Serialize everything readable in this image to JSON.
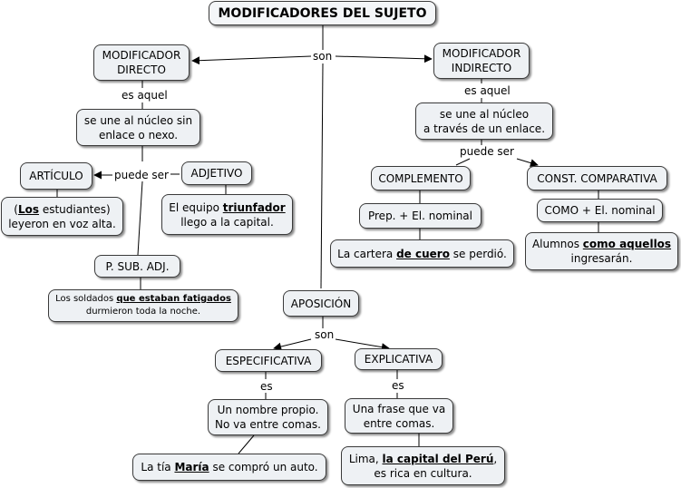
{
  "title": "MODIFICADORES DEL SUJETO",
  "link_labels": {
    "son_top": "son",
    "es_aquel_left": "es aquel",
    "es_aquel_right": "es aquel",
    "puede_ser_left": "puede ser",
    "puede_ser_right": "puede ser",
    "son_aposicion": "son",
    "es_especificativa": "es",
    "es_explicativa": "es"
  },
  "directo": {
    "label_line1": "MODIFICADOR",
    "label_line2": "DIRECTO",
    "definition_line1": "se une al núcleo sin",
    "definition_line2": "enlace o nexo.",
    "articulo": "ARTÍCULO",
    "articulo_example": {
      "pre": "(",
      "emph": "Los",
      "post": " estudiantes)",
      "line2": "leyeron en voz alta."
    },
    "adjetivo": "ADJETIVO",
    "adjetivo_example": {
      "pre": "El equipo ",
      "emph": "triunfador",
      "line2": "llego a la capital."
    },
    "psubadj": "P. SUB. ADJ.",
    "psubadj_example": {
      "pre": "Los soldados ",
      "emph": "que estaban fatigados",
      "line2": "durmieron toda la noche."
    }
  },
  "indirecto": {
    "label_line1": "MODIFICADOR",
    "label_line2": "INDIRECTO",
    "definition_line1": "se une al núcleo",
    "definition_line2": "a través de un enlace.",
    "complemento": "COMPLEMENTO",
    "complemento_formula": "Prep. + El. nominal",
    "complemento_example": {
      "pre": "La cartera ",
      "emph": "de cuero",
      "post": " se perdió."
    },
    "comparativa": "CONST. COMPARATIVA",
    "comparativa_formula": "COMO + El. nominal",
    "comparativa_example": {
      "pre": "Alumnos ",
      "emph": "como aquellos",
      "line2": "ingresarán."
    }
  },
  "aposicion": {
    "label": "APOSICIÓN",
    "especificativa": "ESPECIFICATIVA",
    "especificativa_def_line1": "Un nombre propio.",
    "especificativa_def_line2": "No va entre comas.",
    "especificativa_example": {
      "pre": "La tía ",
      "emph": "María",
      "post": " se compró un auto."
    },
    "explicativa": "EXPLICATIVA",
    "explicativa_def_line1": "Una frase que va",
    "explicativa_def_line2": "entre comas.",
    "explicativa_example": {
      "pre": "Lima, ",
      "emph": "la capital del Perú",
      "post": ",",
      "line2": "es rica en cultura."
    }
  }
}
